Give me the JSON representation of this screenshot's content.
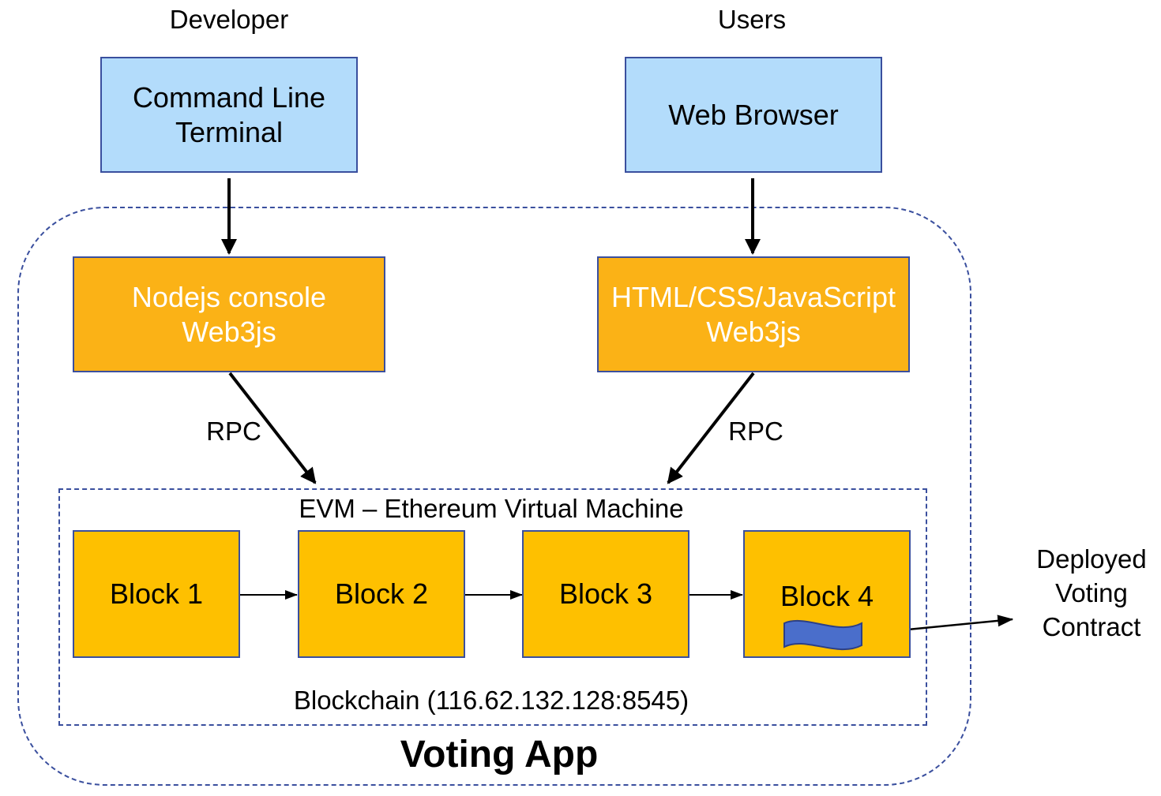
{
  "actors": {
    "developer": "Developer",
    "users": "Users"
  },
  "clients": {
    "terminal": [
      "Command Line",
      "Terminal"
    ],
    "browser": "Web Browser"
  },
  "apps": {
    "node": [
      "Nodejs console",
      "Web3js"
    ],
    "web": [
      "HTML/CSS/JavaScript",
      "Web3js"
    ]
  },
  "rpc": {
    "left": "RPC",
    "right": "RPC"
  },
  "evm": {
    "title": "EVM – Ethereum Virtual Machine",
    "blocks": [
      "Block 1",
      "Block 2",
      "Block 3",
      "Block 4"
    ],
    "blockchain_label": "Blockchain (116.62.132.128:8545)"
  },
  "contract": [
    "Deployed",
    "Voting",
    "Contract"
  ],
  "app_title": "Voting App",
  "colors": {
    "client_fill": "#b3dcfb",
    "app_fill": "#fbb216",
    "block_fill": "#fec000",
    "border": "#3a4f9e",
    "contract_icon": "#4a6ecb"
  }
}
